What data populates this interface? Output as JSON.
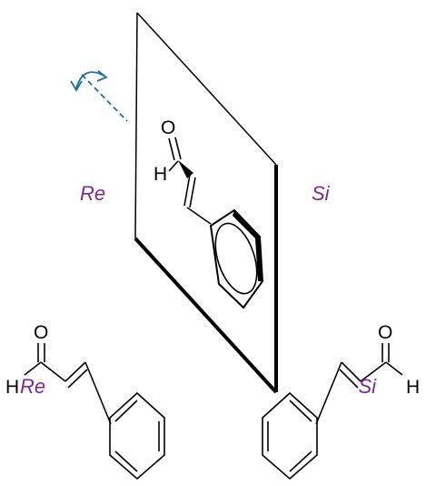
{
  "colors": {
    "face_label": "#7b2a8e",
    "rotation_arrow": "#1f6f9e",
    "bond": "#000000"
  },
  "faces": {
    "re": "Re",
    "si": "Si"
  },
  "atoms": {
    "oxygen": "O",
    "hydrogen": "H"
  },
  "icons": {
    "rotation": "curved-rotation-arrow-icon"
  }
}
